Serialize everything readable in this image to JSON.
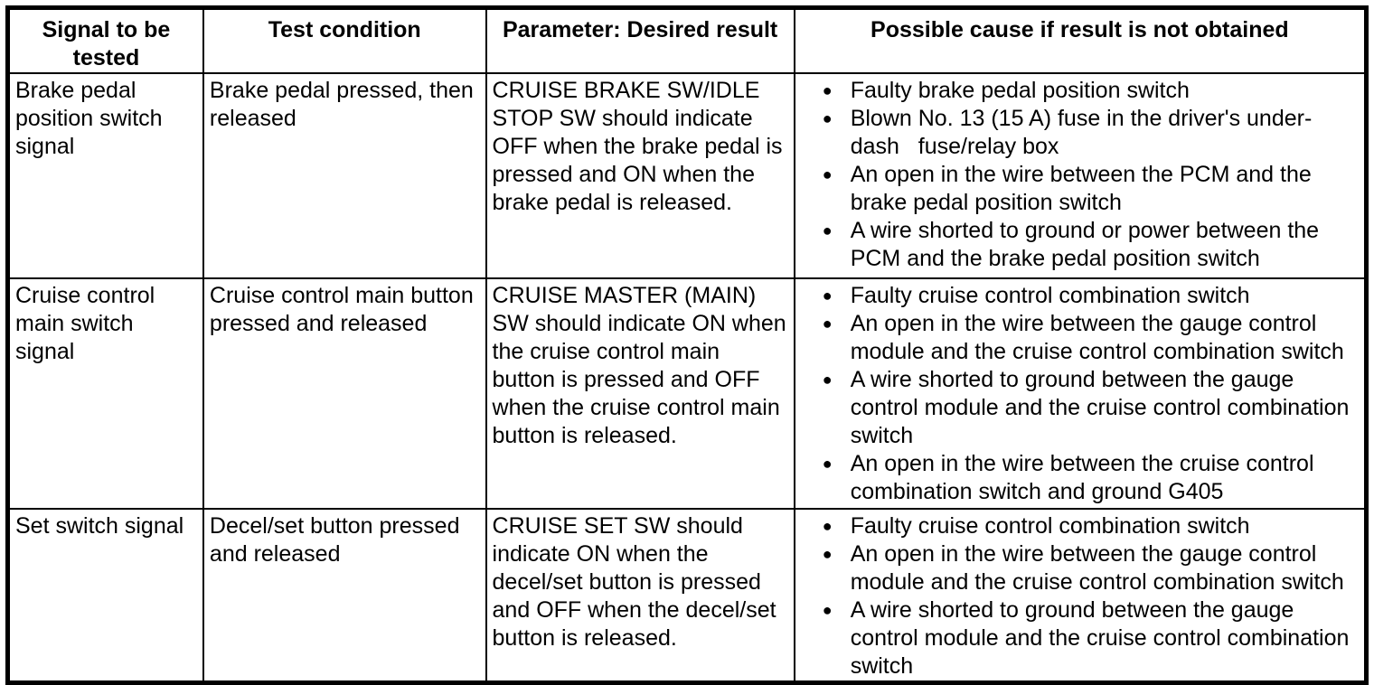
{
  "icons": {
    "bullet": "●"
  },
  "table": {
    "headers": [
      "Signal to be tested",
      "Test condition",
      "Parameter: Desired result",
      "Possible cause if result is not obtained"
    ],
    "rows": [
      {
        "signal": "Brake pedal position switch signal",
        "condition": "Brake pedal pressed, then released",
        "parameter": "CRUISE BRAKE SW/IDLE STOP SW should indicate OFF when the brake pedal is pressed and ON when the brake pedal is released.",
        "causes": [
          "Faulty brake pedal position switch",
          "Blown No. 13 (15 A) fuse in the driver's under-dash   fuse/relay box",
          "An open in the wire between the PCM and the brake pedal position switch",
          "A wire shorted to ground or power between the PCM and the brake pedal position switch"
        ]
      },
      {
        "signal": "Cruise control main switch signal",
        "condition": "Cruise control main button pressed and released",
        "parameter": "CRUISE MASTER (MAIN) SW should indicate ON when the cruise control main button is pressed and OFF when the cruise control main button is released.",
        "causes": [
          "Faulty cruise control combination switch",
          "An open in the wire between the gauge control module and the cruise control combination switch",
          "A wire shorted to ground between the gauge control module and the cruise control combination switch",
          "An open in the wire between the cruise control combination switch and ground G405"
        ]
      },
      {
        "signal": "Set switch signal",
        "condition": "Decel/set button pressed and released",
        "parameter": "CRUISE SET SW should indicate ON when the decel/set button is pressed and OFF when the decel/set button is released.",
        "causes": [
          "Faulty cruise control combination switch",
          "An open in the wire between the gauge control module and the cruise control combination switch",
          "A wire shorted to ground between the gauge control module and the cruise control combination switch"
        ]
      }
    ]
  }
}
